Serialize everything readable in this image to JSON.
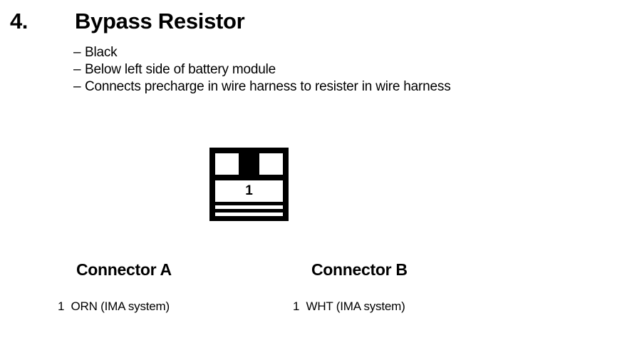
{
  "header": {
    "item_number": "4.",
    "title": "Bypass Resistor"
  },
  "bullets": [
    {
      "dash": "–",
      "text": "Black"
    },
    {
      "dash": "–",
      "text": "Below left side of battery module"
    },
    {
      "dash": "–",
      "text": "Connects precharge in wire harness to resister in wire harness"
    }
  ],
  "symbol": {
    "name": "connector-symbol",
    "pin_label": "1"
  },
  "connectors": [
    {
      "heading": "Connector A",
      "pins": [
        {
          "number": "1",
          "label": "ORN (IMA system)"
        }
      ]
    },
    {
      "heading": "Connector B",
      "pins": [
        {
          "number": "1",
          "label": "WHT (IMA system)"
        }
      ]
    }
  ],
  "colors": {
    "background": "#ffffff",
    "foreground": "#000000"
  }
}
